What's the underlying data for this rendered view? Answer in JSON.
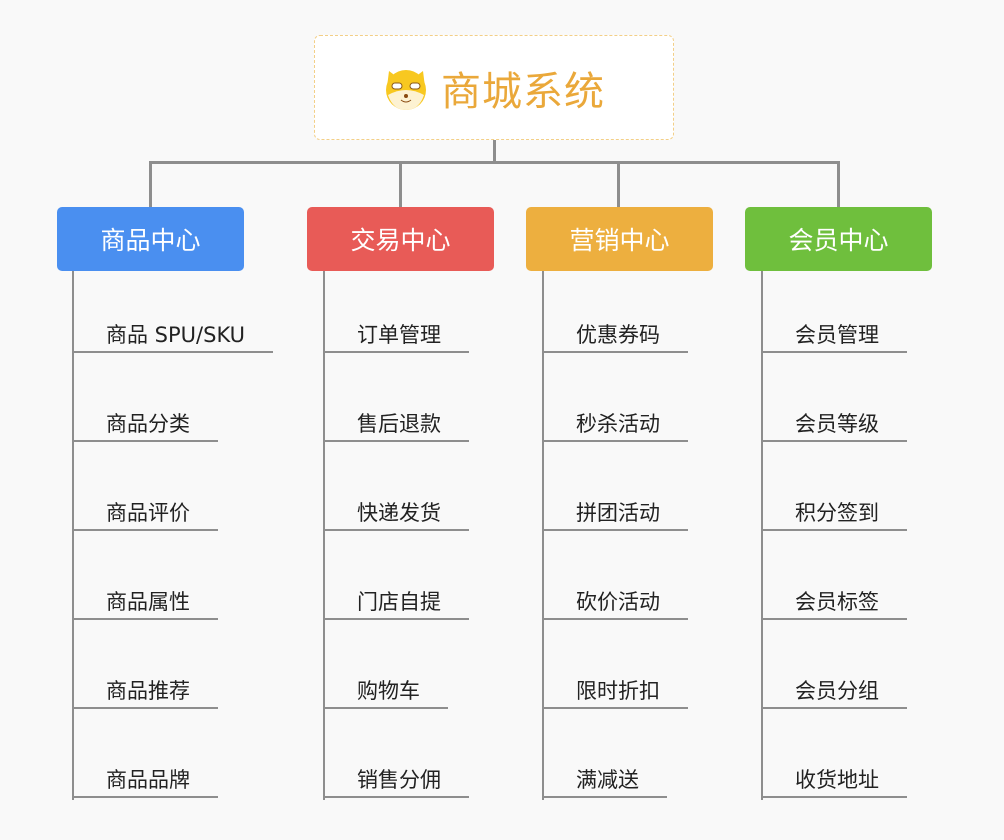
{
  "root": {
    "title": "商城系统",
    "icon": "shiba-dog-icon",
    "color": "#eaa83a"
  },
  "categories": [
    {
      "label": "商品中心",
      "color": "#4a8ff0",
      "items": [
        "商品 SPU/SKU",
        "商品分类",
        "商品评价",
        "商品属性",
        "商品推荐",
        "商品品牌"
      ]
    },
    {
      "label": "交易中心",
      "color": "#e85b57",
      "items": [
        "订单管理",
        "售后退款",
        "快递发货",
        "门店自提",
        "购物车",
        "销售分佣"
      ]
    },
    {
      "label": "营销中心",
      "color": "#edaf3f",
      "items": [
        "优惠券码",
        "秒杀活动",
        "拼团活动",
        "砍价活动",
        "限时折扣",
        "满减送"
      ]
    },
    {
      "label": "会员中心",
      "color": "#6fbf3d",
      "items": [
        "会员管理",
        "会员等级",
        "积分签到",
        "会员标签",
        "会员分组",
        "收货地址"
      ]
    }
  ]
}
